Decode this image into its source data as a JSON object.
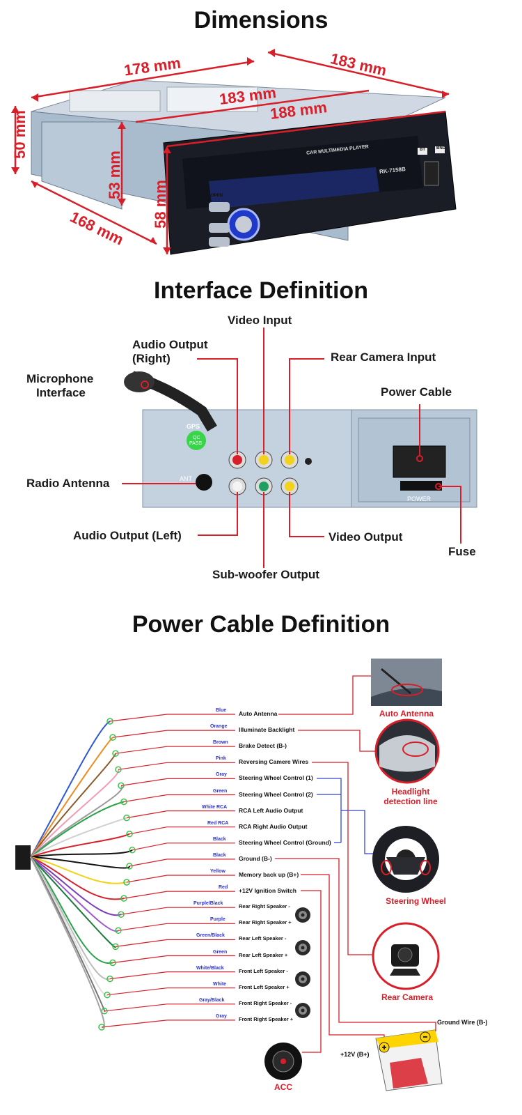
{
  "dimensions": {
    "title": "Dimensions",
    "d178": "178 mm",
    "d183_outer": "183 mm",
    "d183_inner": "183 mm",
    "d188": "188 mm",
    "d50": "50 mm",
    "d53": "53 mm",
    "d58": "58 mm",
    "d168": "168 mm",
    "device_brand": "CAR MULTIMEDIA PLAYER",
    "device_model": "RK-7158B",
    "btn_bt": "BT",
    "btn_band": "BND",
    "btn_open": "OPEN"
  },
  "interface": {
    "title": "Interface  Definition",
    "video_input": "Video Input",
    "audio_out_right_1": "Audio Output",
    "audio_out_right_2": "(Right)",
    "rear_camera_input": "Rear Camera Input",
    "microphone_1": "Microphone",
    "microphone_2": "Interface",
    "power_cable": "Power Cable",
    "radio_antenna": "Radio Antenna",
    "audio_out_left": "Audio Output (Left)",
    "video_output": "Video Output",
    "fuse": "Fuse",
    "subwoofer_output": "Sub-woofer Output",
    "panel_gps": "GPS",
    "panel_qc": "QC",
    "panel_pass": "PASS",
    "panel_ant": "ANT",
    "panel_power": "POWER"
  },
  "power": {
    "title": "Power Cable Definition",
    "wires": [
      {
        "color_label": "Blue",
        "function": "Auto Antenna",
        "hex": "#2e56d8"
      },
      {
        "color_label": "Orange",
        "function": "Illuminate Backlight",
        "hex": "#f08a1c"
      },
      {
        "color_label": "Brown",
        "function": "Brake Detect (B-)",
        "hex": "#8b5a2b"
      },
      {
        "color_label": "Pink",
        "function": "Reversing Camere Wires",
        "hex": "#f29bb8"
      },
      {
        "color_label": "Gray",
        "function": "Steering Wheel Control (1)",
        "hex": "#9a9a9a"
      },
      {
        "color_label": "Green",
        "function": "Steering Wheel Control (2)",
        "hex": "#2aa24a"
      },
      {
        "color_label": "White RCA",
        "function": "RCA Left Audio Output",
        "hex": "#d0d0d0"
      },
      {
        "color_label": "Red RCA",
        "function": "RCA Right Audio Output",
        "hex": "#d8202a"
      },
      {
        "color_label": "Black",
        "function": "Steering Wheel Control (Ground)",
        "hex": "#111111"
      },
      {
        "color_label": "Black",
        "function": "Ground (B-)",
        "hex": "#111111"
      },
      {
        "color_label": "Yellow",
        "function": "Memory back up (B+)",
        "hex": "#f2d21a"
      },
      {
        "color_label": "Red",
        "function": "+12V  Ignition Switch",
        "hex": "#d8202a"
      },
      {
        "color_label": "Purple/Black",
        "function": "Rear Right Speaker -",
        "hex": "#7a3fb5"
      },
      {
        "color_label": "Purple",
        "function": "Rear Right Speaker +",
        "hex": "#9b59d0"
      },
      {
        "color_label": "Green/Black",
        "function": "Rear Left Speaker -",
        "hex": "#1c7a3a"
      },
      {
        "color_label": "Green",
        "function": "Rear Left Speaker +",
        "hex": "#2aa24a"
      },
      {
        "color_label": "White/Black",
        "function": "Front Left Speaker -",
        "hex": "#bdbdbd"
      },
      {
        "color_label": "White",
        "function": "Front Left Speaker +",
        "hex": "#e0e0e0"
      },
      {
        "color_label": "Gray/Black",
        "function": "Front Right Speaker -",
        "hex": "#777777"
      },
      {
        "color_label": "Gray",
        "function": "Front Right Speaker +",
        "hex": "#a5a5a5"
      }
    ],
    "auto_antenna": "Auto Antenna",
    "headlight_1": "Headlight",
    "headlight_2": "detection line",
    "steering_wheel": "Steering Wheel",
    "rear_camera": "Rear Camera",
    "ground_wire": "Ground Wire (B-)",
    "plus12v": "+12V  (B+)",
    "acc": "ACC"
  },
  "colors": {
    "accent_red": "#d81e28",
    "line_blue": "#3344cc",
    "dim_red": "#d81e28"
  }
}
